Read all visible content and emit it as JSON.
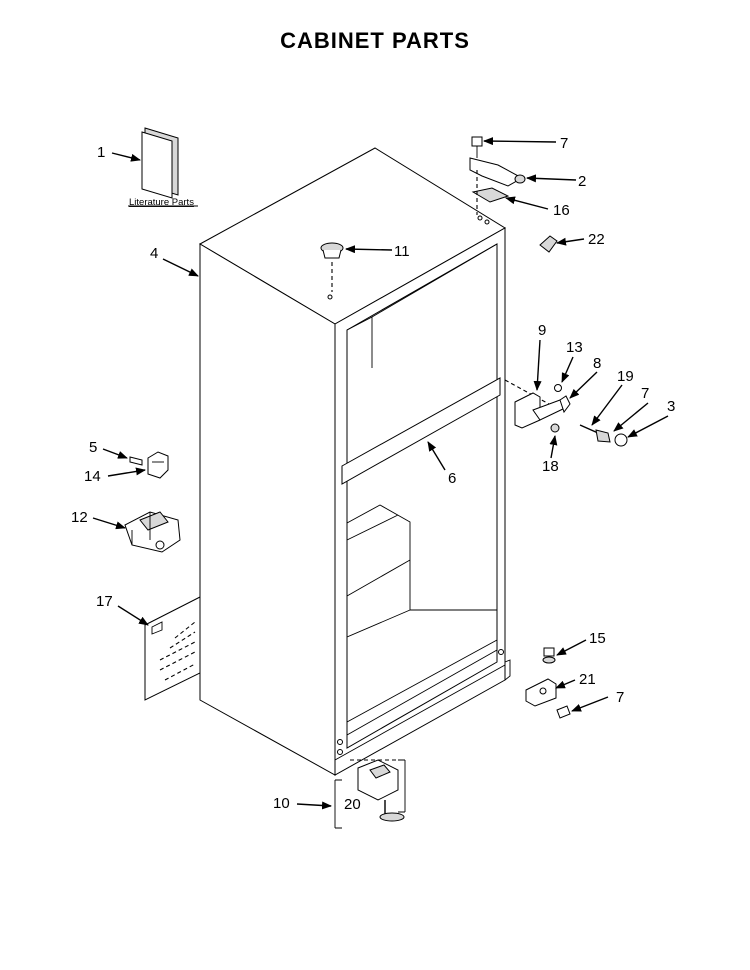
{
  "title": "CABINET PARTS",
  "literature_label": "Literature Parts",
  "callouts": [
    {
      "id": "c1",
      "text": "1"
    },
    {
      "id": "c2",
      "text": "2"
    },
    {
      "id": "c3",
      "text": "3"
    },
    {
      "id": "c4",
      "text": "4"
    },
    {
      "id": "c5",
      "text": "5"
    },
    {
      "id": "c6",
      "text": "6"
    },
    {
      "id": "c7a",
      "text": "7"
    },
    {
      "id": "c7b",
      "text": "7"
    },
    {
      "id": "c7c",
      "text": "7"
    },
    {
      "id": "c8",
      "text": "8"
    },
    {
      "id": "c9",
      "text": "9"
    },
    {
      "id": "c10",
      "text": "10"
    },
    {
      "id": "c11",
      "text": "11"
    },
    {
      "id": "c12",
      "text": "12"
    },
    {
      "id": "c13",
      "text": "13"
    },
    {
      "id": "c14",
      "text": "14"
    },
    {
      "id": "c15",
      "text": "15"
    },
    {
      "id": "c16",
      "text": "16"
    },
    {
      "id": "c17",
      "text": "17"
    },
    {
      "id": "c18",
      "text": "18"
    },
    {
      "id": "c19",
      "text": "19"
    },
    {
      "id": "c20",
      "text": "20"
    },
    {
      "id": "c21",
      "text": "21"
    },
    {
      "id": "c22",
      "text": "22"
    }
  ]
}
